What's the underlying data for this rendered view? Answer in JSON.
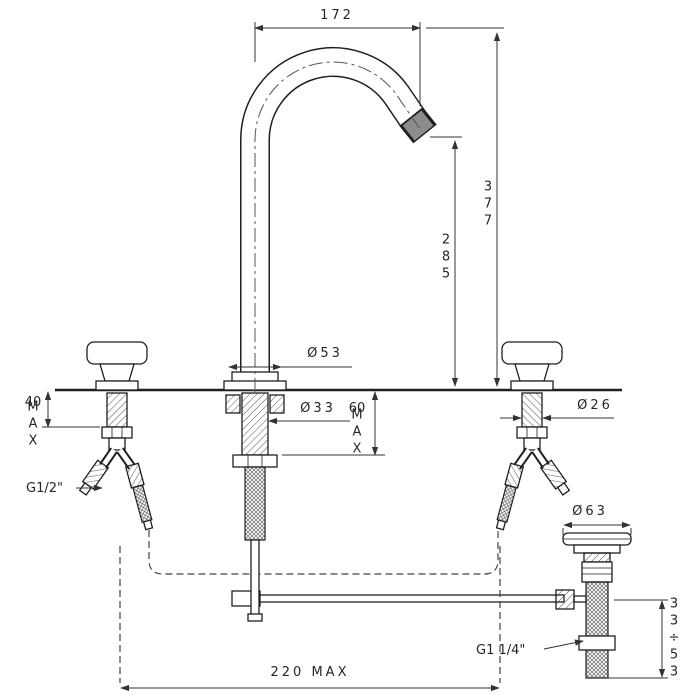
{
  "drawing": {
    "dims": {
      "spout_reach": "172",
      "total_height": "377",
      "outlet_height": "285",
      "base_dia": "Ø53",
      "shank_dia": "Ø33",
      "handle_dia": "Ø26",
      "left_max_value": "40",
      "left_max_word": "MAX",
      "center_max_value": "60",
      "center_max_word": "MAX",
      "inlet_thread": "G1/2\"",
      "waste_dia": "Ø63",
      "waste_thread": "G1 1/4\"",
      "waste_range": "33÷53",
      "spread": "220 MAX"
    }
  }
}
